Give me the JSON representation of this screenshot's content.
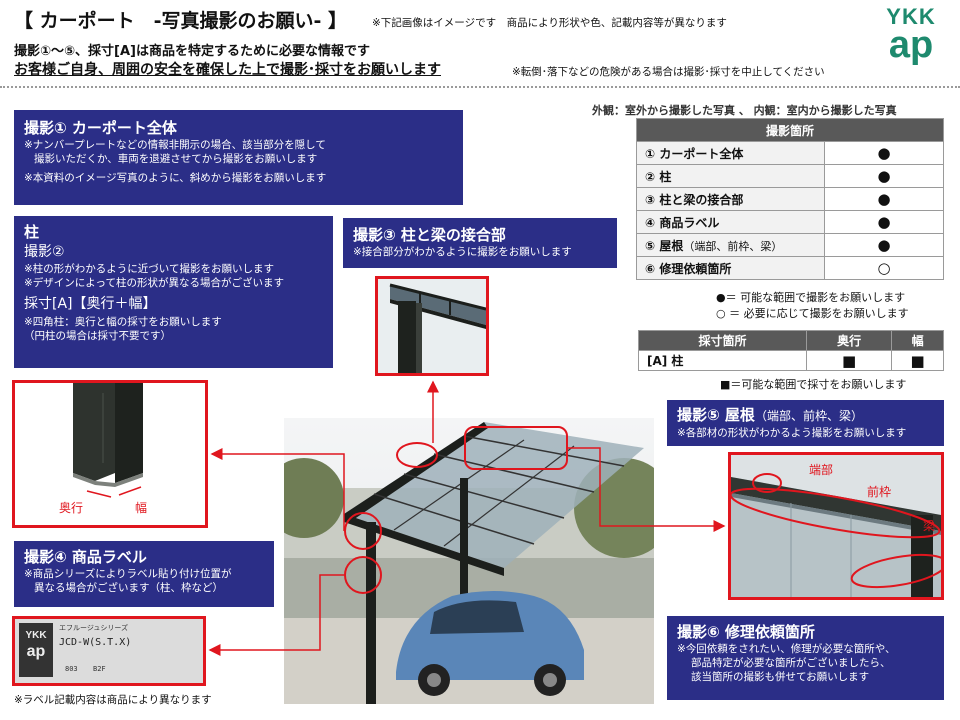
{
  "header": {
    "title": "【 カーポート　-写真撮影のお願い- 】",
    "title_note": "※下記画像はイメージです　商品により形状や色、記載内容等が異なります",
    "line1": "撮影①～⑤、採寸[A]は商品を特定するために必要な情報です",
    "line2": "お客様ご自身、周囲の安全を確保した上で撮影･採寸をお願いします",
    "line2_note": "※転倒･落下などの危険がある場合は撮影･採寸を中止してください",
    "logo_top": "YKK",
    "logo_bottom": "ap"
  },
  "legend_top": "外観：室外から撮影した写真 、 内観：室内から撮影した写真",
  "photo_table": {
    "header": "撮影箇所",
    "rows": [
      {
        "label": "① カーポート全体",
        "sub": "",
        "mark": "●"
      },
      {
        "label": "② 柱",
        "sub": "",
        "mark": "●"
      },
      {
        "label": "③ 柱と梁の接合部",
        "sub": "",
        "mark": "●"
      },
      {
        "label": "④ 商品ラベル",
        "sub": "",
        "mark": "●"
      },
      {
        "label": "⑤ 屋根",
        "sub": "（端部、前枠、梁）",
        "mark": "●"
      },
      {
        "label": "⑥ 修理依頼箇所",
        "sub": "",
        "mark": "○"
      }
    ],
    "note1": "●＝ 可能な範囲で撮影をお願いします",
    "note2": "○ ＝ 必要に応じて撮影をお願いします"
  },
  "measure_table": {
    "headers": [
      "採寸箇所",
      "奥行",
      "幅"
    ],
    "row": {
      "label": "[A] 柱",
      "depth": "■",
      "width": "■"
    },
    "note": "■＝可能な範囲で採寸をお願いします"
  },
  "box1": {
    "title": "撮影① カーポート全体",
    "note1": "※ナンバープレートなどの情報非開示の場合、該当部分を隠して",
    "note1b": "撮影いただくか、車両を退避させてから撮影をお願いします",
    "note2": "※本資料のイメージ写真のように、斜めから撮影をお願いします"
  },
  "box2": {
    "title": "柱",
    "sub": "撮影②",
    "note1": "※柱の形がわかるように近づいて撮影をお願いします",
    "note2": "※デザインによって柱の形状が異なる場合がございます",
    "measure": "採寸[A]【奥行＋幅】",
    "note3": "※四角柱：奥行と幅の採寸をお願いします",
    "note4": "（円柱の場合は採寸不要です）"
  },
  "pillar_labels": {
    "depth": "奥行",
    "width": "幅"
  },
  "box3": {
    "title": "撮影③ 柱と梁の接合部",
    "note": "※接合部分がわかるように撮影をお願いします"
  },
  "box4": {
    "title": "撮影④ 商品ラベル",
    "note1": "※商品シリーズによりラベル貼り付け位置が",
    "note2": "異なる場合がございます（柱、枠など）"
  },
  "label_photo": {
    "logo_top": "YKK",
    "logo_bottom": "ap",
    "series": "エフルージュシリーズ",
    "code": "JCD-W(S.T.X)",
    "line3a": "803",
    "line3b": "B2F"
  },
  "label_footnote": "※ラベル記載内容は商品により異なります",
  "box5": {
    "title": "撮影⑤ 屋根",
    "title_sub": "（端部、前枠、梁）",
    "note": "※各部材の形状がわかるよう撮影をお願いします"
  },
  "roof_labels": {
    "end": "端部",
    "front": "前枠",
    "beam": "梁"
  },
  "box6": {
    "title": "撮影⑥ 修理依頼箇所",
    "note1": "※今回依頼をされたい、修理が必要な箇所や、",
    "note2": "部品特定が必要な箇所がございましたら、",
    "note3": "該当箇所の撮影も併せてお願いします"
  },
  "colors": {
    "navy": "#2b2e87",
    "red": "#e0161e",
    "ykk_green": "#1e8a6e"
  }
}
